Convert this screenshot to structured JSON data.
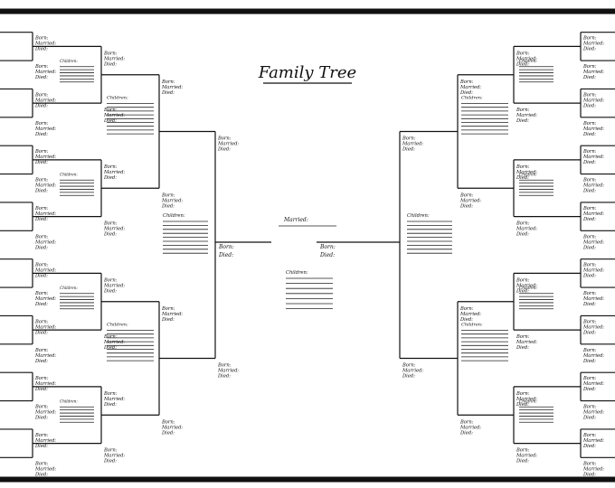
{
  "title": "Family Tree",
  "labels": {
    "born": "Born:",
    "married": "Married:",
    "died": "Died:",
    "children": "Children:"
  },
  "center": {
    "married_label": "Married:",
    "children_label": "Children:",
    "children_lines": 7
  },
  "person_info": {
    "gen1": [
      "Born:",
      "Died:"
    ],
    "gen2_to_5": [
      "Born:",
      "Married:",
      "Died:"
    ]
  },
  "colors": {
    "ink": "#111111",
    "paper": "#ffffff"
  }
}
